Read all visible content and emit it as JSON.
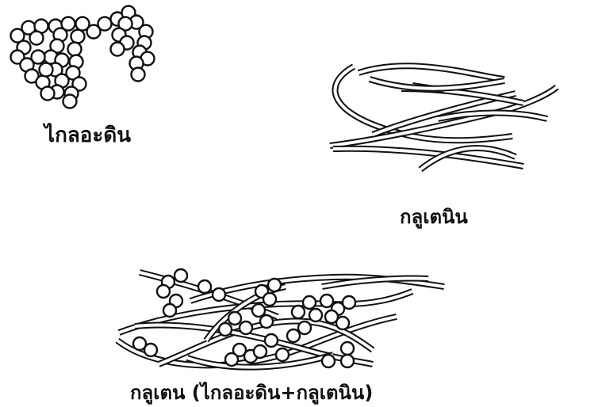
{
  "diagram": {
    "gliadin_label": "ไกลอะดิน",
    "glutenin_label": "กลูเตนิน",
    "gluten_label": "กลูเตน (ไกลอะดิน+กลูเตนิน)"
  },
  "colors": {
    "ink": "#111111",
    "background": "#ffffff"
  }
}
